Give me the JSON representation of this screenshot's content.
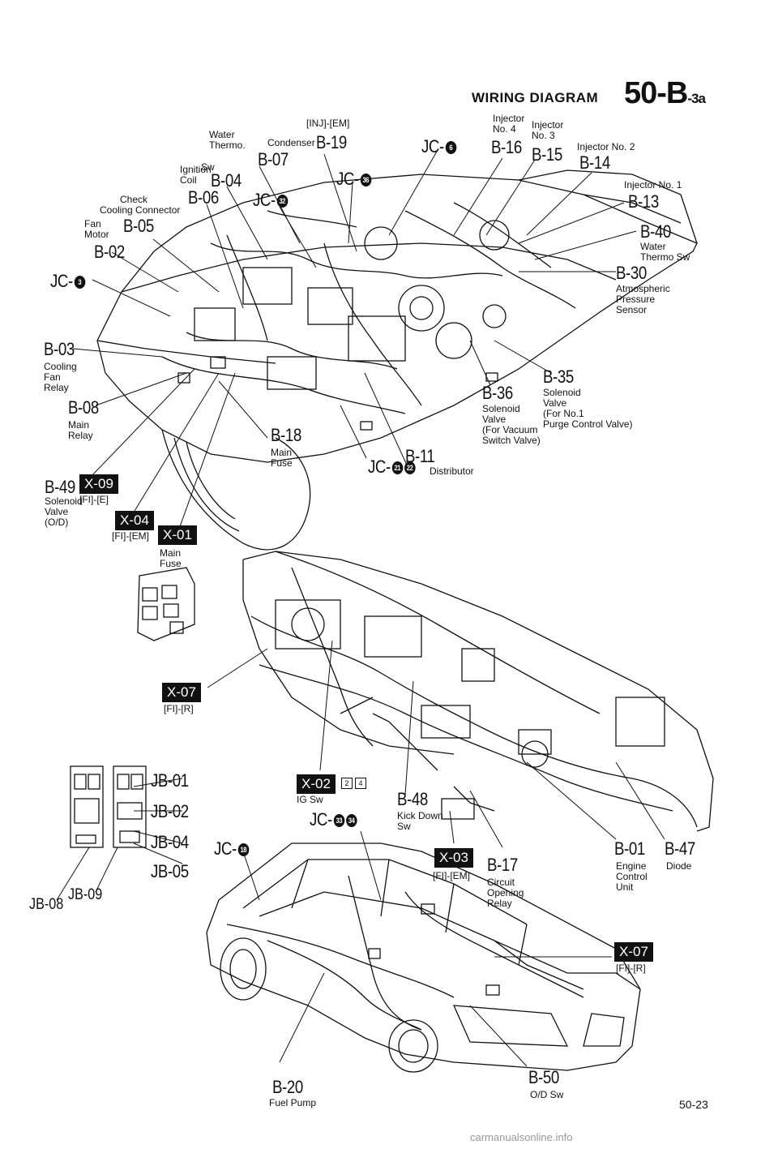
{
  "header": {
    "title": "WIRING DIAGRAM",
    "code": "50-B",
    "code_suffix": "-3a",
    "page_number": "50-23"
  },
  "watermark": "carmanualsonline.info",
  "components": {
    "b02": {
      "code": "B-02",
      "desc": "Cooling Fan Motor",
      "desc_lines": [
        "Cooling",
        "Fan",
        "Motor"
      ]
    },
    "b03": {
      "code": "B-03",
      "desc_lines": [
        "Cooling",
        "Fan",
        "Relay"
      ]
    },
    "b04": {
      "code": "B-04",
      "desc_lines": [
        "Ignition",
        "Coil"
      ]
    },
    "b05": {
      "code": "B-05",
      "desc_lines": [
        "Check",
        "Connector"
      ]
    },
    "b06": {
      "code": "B-06"
    },
    "b07": {
      "code": "B-07",
      "desc_lines": [
        "Water",
        "Thermo.",
        "Sw"
      ]
    },
    "b08": {
      "code": "B-08",
      "desc_lines": [
        "Main",
        "Relay"
      ]
    },
    "b11": {
      "code": "B-11",
      "desc": "Distributor"
    },
    "b13": {
      "code": "B-13",
      "desc": "Injector No. 1"
    },
    "b14": {
      "code": "B-14",
      "desc": "Injector No. 2"
    },
    "b15": {
      "code": "B-15",
      "desc_lines": [
        "Injector",
        "No. 3"
      ]
    },
    "b16": {
      "code": "B-16",
      "desc_lines": [
        "Injector",
        "No. 4"
      ]
    },
    "b17": {
      "code": "B-17",
      "desc_lines": [
        "Circuit",
        "Opening",
        "Relay"
      ]
    },
    "b18": {
      "code": "B-18",
      "desc_lines": [
        "Main",
        "Fuse"
      ]
    },
    "b19": {
      "code": "B-19",
      "desc": "Condenser",
      "tag": "[INJ]-[EM]"
    },
    "b20": {
      "code": "B-20",
      "desc": "Fuel Pump"
    },
    "b30": {
      "code": "B-30",
      "desc_lines": [
        "Atmospheric",
        "Pressure",
        "Sensor"
      ]
    },
    "b35": {
      "code": "B-35",
      "desc_lines": [
        "Solenoid",
        "Valve",
        "(For No.1",
        "Purge Control Valve)"
      ]
    },
    "b36": {
      "code": "B-36",
      "desc_lines": [
        "Solenoid",
        "Valve",
        "(For Vacuum",
        "Switch Valve)"
      ]
    },
    "b40": {
      "code": "B-40",
      "desc_lines": [
        "Water",
        "Thermo Sw"
      ]
    },
    "b47": {
      "code": "B-47",
      "desc": "Diode"
    },
    "b48": {
      "code": "B-48",
      "desc_lines": [
        "Kick Down",
        "Sw"
      ]
    },
    "b49": {
      "code": "B-49",
      "desc_lines": [
        "Solenoid",
        "Valve",
        "(O/D)"
      ]
    },
    "b50": {
      "code": "B-50",
      "desc": "O/D Sw"
    },
    "b01": {
      "code": "B-01",
      "desc_lines": [
        "Engine",
        "Control",
        "Unit"
      ]
    }
  },
  "joints": {
    "jc3": {
      "label": "JC-",
      "num": "3"
    },
    "jc6": {
      "label": "JC-",
      "num": "6"
    },
    "jc18": {
      "label": "JC-",
      "num": "18"
    },
    "jc32": {
      "label": "JC-",
      "num": "32"
    },
    "jc36": {
      "label": "JC-",
      "num": "36"
    },
    "jc2122": {
      "label": "JC-",
      "num1": "21",
      "num2": "22"
    },
    "jc3334": {
      "label": "JC-",
      "num1": "33",
      "num2": "34"
    }
  },
  "connectors": {
    "x01": {
      "code": "X-01",
      "desc_lines": [
        "Main",
        "Fuse"
      ]
    },
    "x02": {
      "code": "X-02",
      "desc": "IG Sw",
      "pins": [
        "2",
        "4"
      ]
    },
    "x03": {
      "code": "X-03",
      "tag": "[FI]-[EM]"
    },
    "x04": {
      "code": "X-04",
      "tag": "[FI]-[EM]"
    },
    "x07a": {
      "code": "X-07",
      "tag": "[FI]-[R]"
    },
    "x07b": {
      "code": "X-07",
      "tag": "[FI]-[R]"
    },
    "x09": {
      "code": "X-09",
      "tag": "[FI]-[E]"
    }
  },
  "junction_blocks": [
    "JB-01",
    "JB-02",
    "JB-04",
    "JB-05",
    "JB-08",
    "JB-09"
  ]
}
